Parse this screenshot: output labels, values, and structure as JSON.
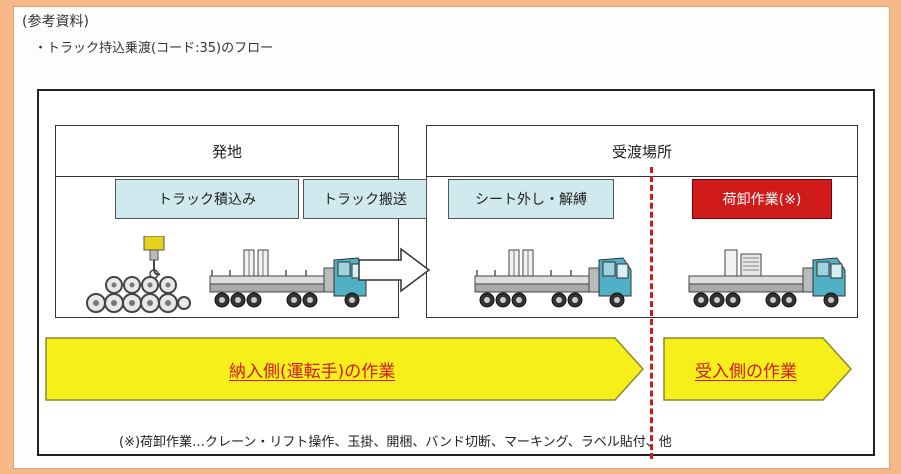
{
  "ref_title": "(参考資料)",
  "flow_title": "・トラック持込乗渡(コード:35)のフロー",
  "origin": {
    "label": "発地"
  },
  "delivery": {
    "label": "受渡場所"
  },
  "steps": {
    "load": "トラック積込み",
    "transport": "トラック搬送",
    "sheet": "シート外し・解縛",
    "unload": "荷卸作業(※)"
  },
  "bands": {
    "supplier": "納入側(運転手)の作業",
    "receiver": "受入側の作業"
  },
  "footnote": "(※)荷卸作業…クレーン・リフト操作、玉掛、開梱、バンド切断、マーキング、ラベル貼付、他",
  "colors": {
    "step_fill": "#cfe9ee",
    "unload_fill": "#d11a1a",
    "band_fill": "#f7ef1c",
    "divider": "#d11a1a",
    "truck_cab": "#4fb0c6"
  },
  "icons": [
    "crane-hook-icon",
    "coil-pile-icon",
    "truck-icon",
    "outline-arrow-icon"
  ]
}
